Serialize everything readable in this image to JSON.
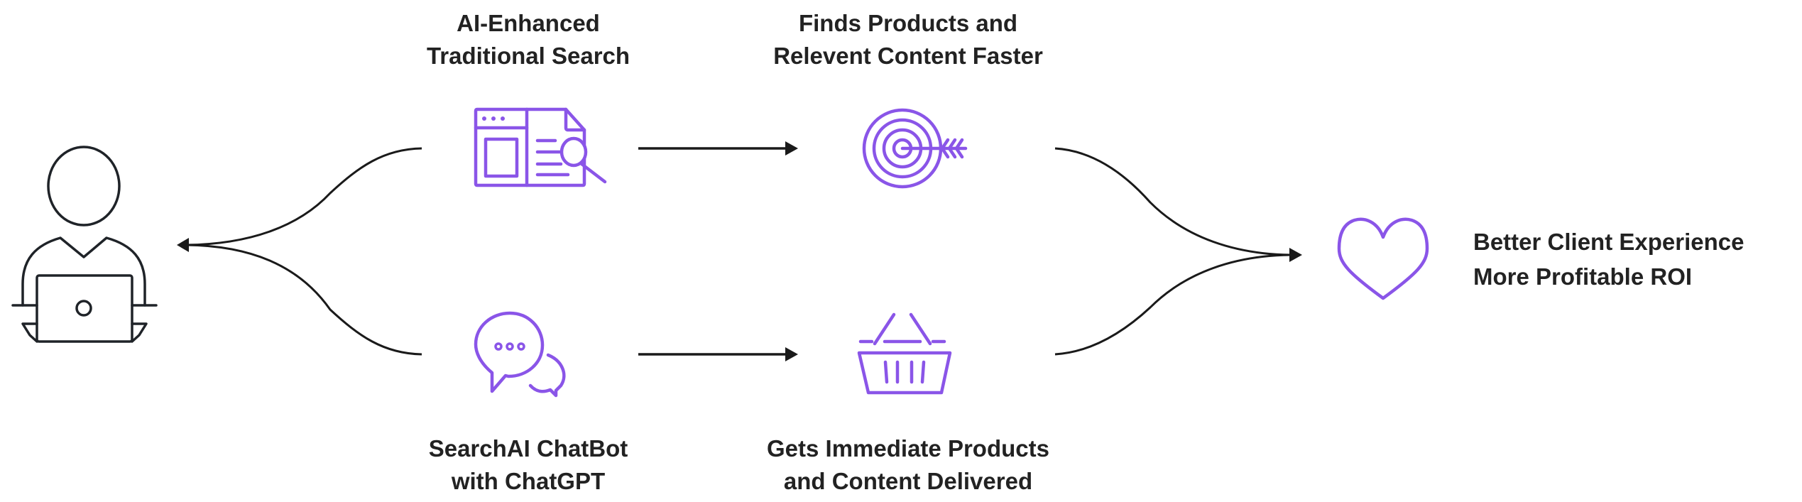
{
  "nodes": {
    "traditional_search": {
      "line1": "AI-Enhanced",
      "line2": "Traditional Search",
      "icon": "search-document-icon"
    },
    "chatbot": {
      "line1": "SearchAI ChatBot",
      "line2": "with ChatGPT",
      "icon": "chat-bubbles-icon"
    },
    "finds_faster": {
      "line1": "Finds Products and",
      "line2": "Relevent Content Faster",
      "icon": "target-icon"
    },
    "immediate": {
      "line1": "Gets Immediate Products",
      "line2": "and Content Delivered",
      "icon": "basket-icon"
    },
    "outcome": {
      "line1": "Better Client Experience",
      "line2": "More Profitable ROI",
      "icon": "heart-icon"
    },
    "user": {
      "icon": "user-laptop-icon"
    }
  },
  "colors": {
    "accent": "#8a55e8",
    "text": "#222222",
    "lines": "#1a1a1a"
  }
}
